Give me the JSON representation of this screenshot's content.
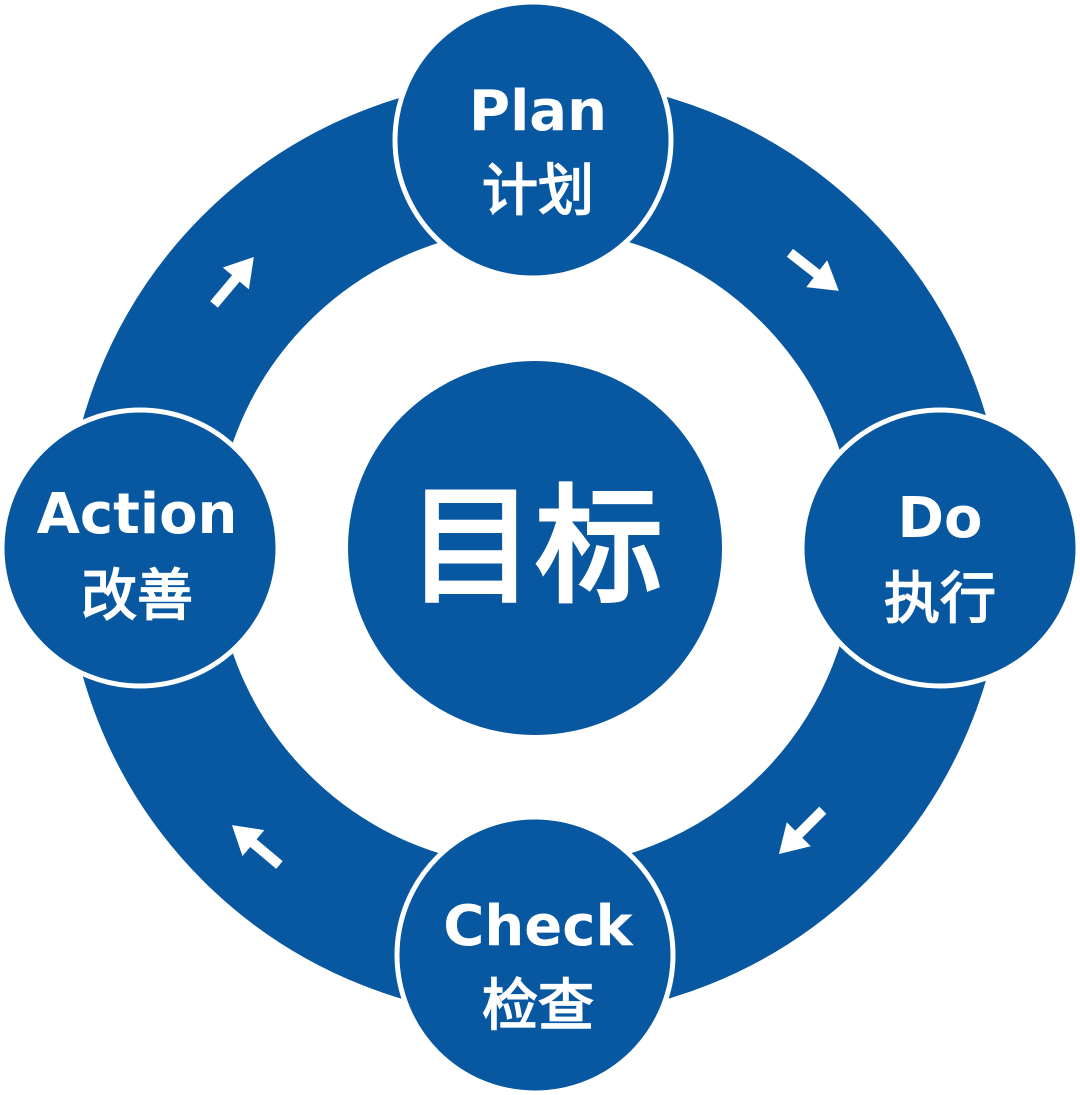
{
  "center": {
    "label": "目标"
  },
  "nodes": {
    "plan": {
      "label_en": "Plan",
      "label_zh": "计划"
    },
    "do": {
      "label_en": "Do",
      "label_zh": "执行"
    },
    "check": {
      "label_en": "Check",
      "label_zh": "检查"
    },
    "action": {
      "label_en": "Action",
      "label_zh": "改善"
    }
  },
  "colors": {
    "primary": "#0757A1",
    "ring_outline": "#ffffff",
    "text": "#ffffff"
  },
  "flow_direction": "clockwise"
}
